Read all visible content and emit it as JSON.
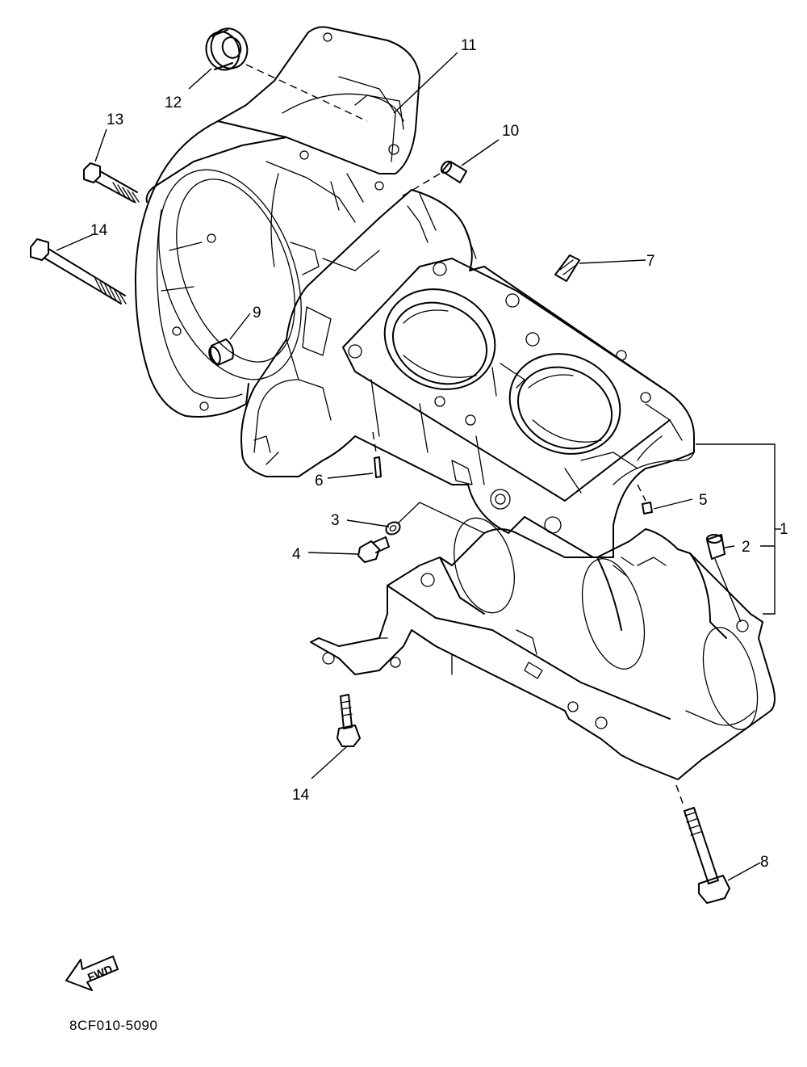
{
  "diagram": {
    "callouts": {
      "c1": "1",
      "c2": "2",
      "c3": "3",
      "c4": "4",
      "c5": "5",
      "c6": "6",
      "c7": "7",
      "c8": "8",
      "c9": "9",
      "c10": "10",
      "c11": "11",
      "c12": "12",
      "c13": "13",
      "c14_top": "14",
      "c14_bottom": "14"
    },
    "direction_arrow": "FWD",
    "reference_code": "8CF010-5090"
  }
}
